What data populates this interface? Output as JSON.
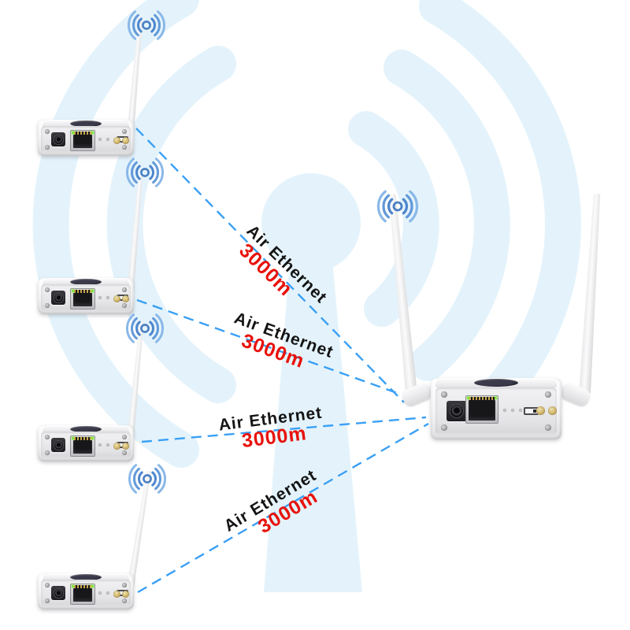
{
  "diagram": {
    "description_hint": "wireless point-to-multipoint bridge diagram",
    "transmitter_count": 4,
    "receiver_count": 1
  },
  "links": [
    {
      "label": "Air Ethernet",
      "distance": "3000m"
    },
    {
      "label": "Air Ethernet",
      "distance": "3000m"
    },
    {
      "label": "Air Ethernet",
      "distance": "3000m"
    },
    {
      "label": "Air Ethernet",
      "distance": "3000m"
    }
  ],
  "colors": {
    "dashed_line": "#3aa0f5",
    "label_text": "#141414",
    "distance_text": "#e8120c",
    "wifi_icon_inner": "#4d86cd",
    "wifi_icon_outer": "#8ab8e8",
    "watermark": "#e4f3fb",
    "device_body": "#f4f4f5",
    "ethernet_led": "#7de832"
  }
}
